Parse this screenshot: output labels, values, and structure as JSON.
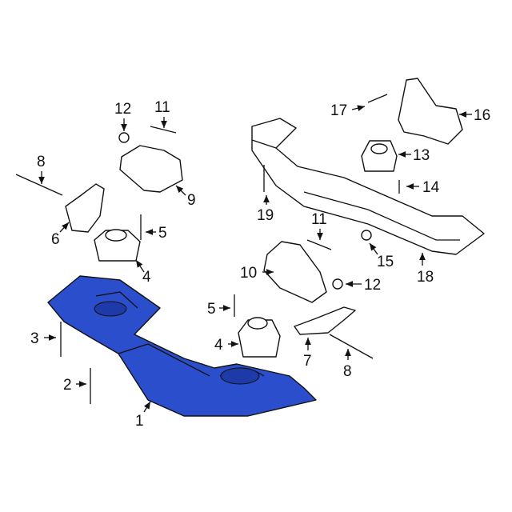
{
  "diagram": {
    "highlight_color": "#2b4fcc",
    "callouts": {
      "c1": "1",
      "c2": "2",
      "c3": "3",
      "c4a": "4",
      "c4b": "4",
      "c5a": "5",
      "c5b": "5",
      "c6": "6",
      "c7": "7",
      "c8a": "8",
      "c8b": "8",
      "c9": "9",
      "c10": "10",
      "c11a": "11",
      "c11b": "11",
      "c12a": "12",
      "c12b": "12",
      "c13": "13",
      "c14": "14",
      "c15": "15",
      "c16": "16",
      "c17": "17",
      "c18": "18",
      "c19": "19"
    }
  }
}
